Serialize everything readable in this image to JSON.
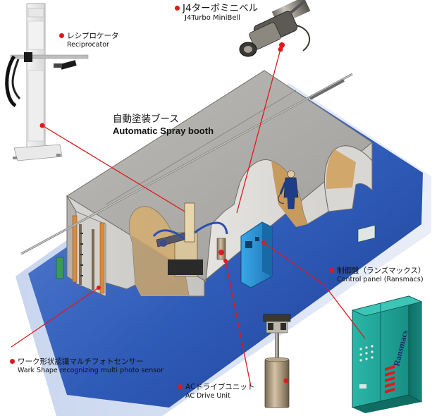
{
  "labels": {
    "reciprocator": {
      "ja": "レシプロケータ",
      "en": "Reciprocator"
    },
    "minibell": {
      "ja": "J4ターボミニベル",
      "en": "J4Turbo MiniBell"
    },
    "booth": {
      "ja": "自動塗装ブース",
      "en": "Automatic Spray booth"
    },
    "sensor": {
      "ja": "ワーク形状認識マルチフォトセンサー",
      "en": "Wark Shape recognizing multi photo sensor"
    },
    "ac_drive": {
      "ja": "ACドライブユニット",
      "en": "AC Drive Unit"
    },
    "control_panel": {
      "ja": "制御盤（ランズマックス）",
      "en": "Control panel (Ransmacs)"
    }
  },
  "panel_brand": "Ransmacs",
  "colors": {
    "accent_red": "#e0191c",
    "floor_blue": "#2f5bb8",
    "booth_gray": "#c8c6c2",
    "interior_tan": "#cfa86a",
    "panel_teal": "#1aa69a",
    "cabinet_blue": "#2a8fd0"
  }
}
